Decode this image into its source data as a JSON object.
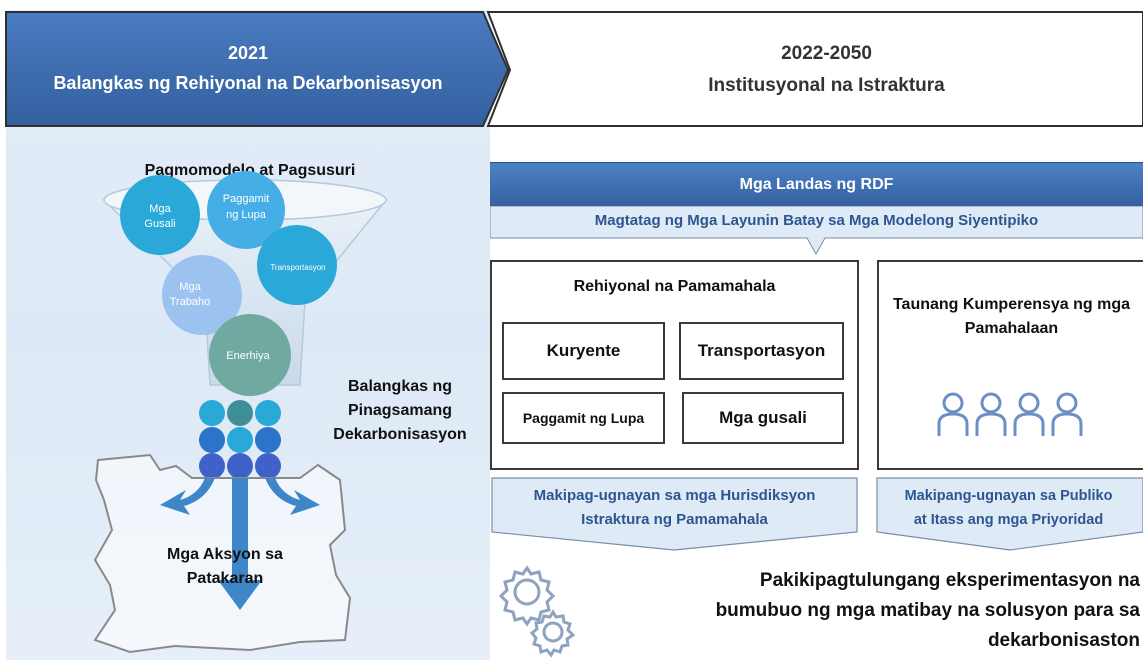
{
  "header_left": {
    "year": "2021",
    "title": "Balangkas ng Rehiyonal na Dekarbonisasyon"
  },
  "header_right": {
    "year": "2022-2050",
    "title": "Institusyonal na Istraktura"
  },
  "funnel": {
    "title": "Pagmomodelo at Pagsusuri",
    "bubbles": [
      "Mga Gusali",
      "Paggamit ng Lupa",
      "Transportasyon",
      "Mga Trabaho",
      "Enerhiya"
    ]
  },
  "framework_label": [
    "Balangkas ng",
    "Pinagsamang",
    "Dekarbonisasyon"
  ],
  "actions_label": [
    "Mga Aksyon sa",
    "Patakaran"
  ],
  "rdf": {
    "header": "Mga Landas ng RDF",
    "subheader": "Magtatag ng Mga Layunin Batay sa Mga Modelong Siyentipiko"
  },
  "governance": {
    "title": "Rehiyonal na Pamamahala",
    "boxes": [
      "Kuryente",
      "Transportasyon",
      "Paggamit ng Lupa",
      "Mga gusali"
    ],
    "footer_lines": [
      "Makipag-ugnayan sa mga Hurisdiksyon",
      "Istraktura ng Pamamahala"
    ]
  },
  "conference": {
    "title": "Taunang Kumperensya ng mga Pamahalaan",
    "footer_lines": [
      "Makipang-ugnayan sa Publiko",
      "at Itass ang mga Priyoridad"
    ]
  },
  "collaboration": {
    "lines": [
      "Pakikipagtulungang eksperimentasyon na",
      "bumubuo ng mga matibay na solusyon para sa",
      "dekarbonisaston"
    ]
  },
  "colors": {
    "accent": "#3f6fb5",
    "light": "#dde9f6",
    "bubble_dark": "#2aa8d8",
    "bubble_mid": "#6aaee8",
    "bubble_light": "#9cc3ef",
    "bubble_green": "#6fa9a0"
  }
}
